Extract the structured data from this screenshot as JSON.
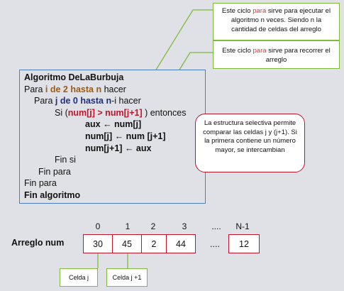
{
  "callout1": {
    "pre": "Este ciclo ",
    "word": "para",
    "post": " sirve para ejecutar el algoritmo n veces. Siendo n la cantidad de celdas del arreglo"
  },
  "callout2": {
    "pre": "Este ciclo ",
    "word": "para",
    "post": " sirve para recorrer el arreglo"
  },
  "algorithm": {
    "title": "Algoritmo DeLaBurbuja",
    "l1_pre": "Para ",
    "l1_bold": "i de 2 hasta n",
    "l1_post": " hacer",
    "l2_pre": "Para ",
    "l2_bold": "j de 0 hasta n",
    "l2_post": "-i hacer",
    "l3_pre": "Si (",
    "l3_cond": "num[j] > num[j+1]",
    "l3_post": " ) entonces",
    "l4": "aux ← num[j]",
    "l5": "num[j] ← num [j+1]",
    "l6": "num[j+1] ← aux",
    "l7": "Fin si",
    "l8": "Fin para",
    "l9": "Fin para",
    "l10": "Fin algoritmo"
  },
  "bubble": "La estructura selectiva permite comparar las celdas j y (j+1). Si la primera contiene un número mayor, se intercambian",
  "array": {
    "label": "Arreglo num",
    "indices": [
      "0",
      "1",
      "2",
      "3",
      "....",
      "N-1"
    ],
    "values": [
      "30",
      "45",
      "2",
      "44",
      "....",
      "12"
    ]
  },
  "cell_labels": [
    "Celda j",
    "Celda j +1"
  ],
  "colors": {
    "callout_border": "#7fba3d",
    "algo_border": "#4a7fc1",
    "accent_red": "#c0142a"
  }
}
